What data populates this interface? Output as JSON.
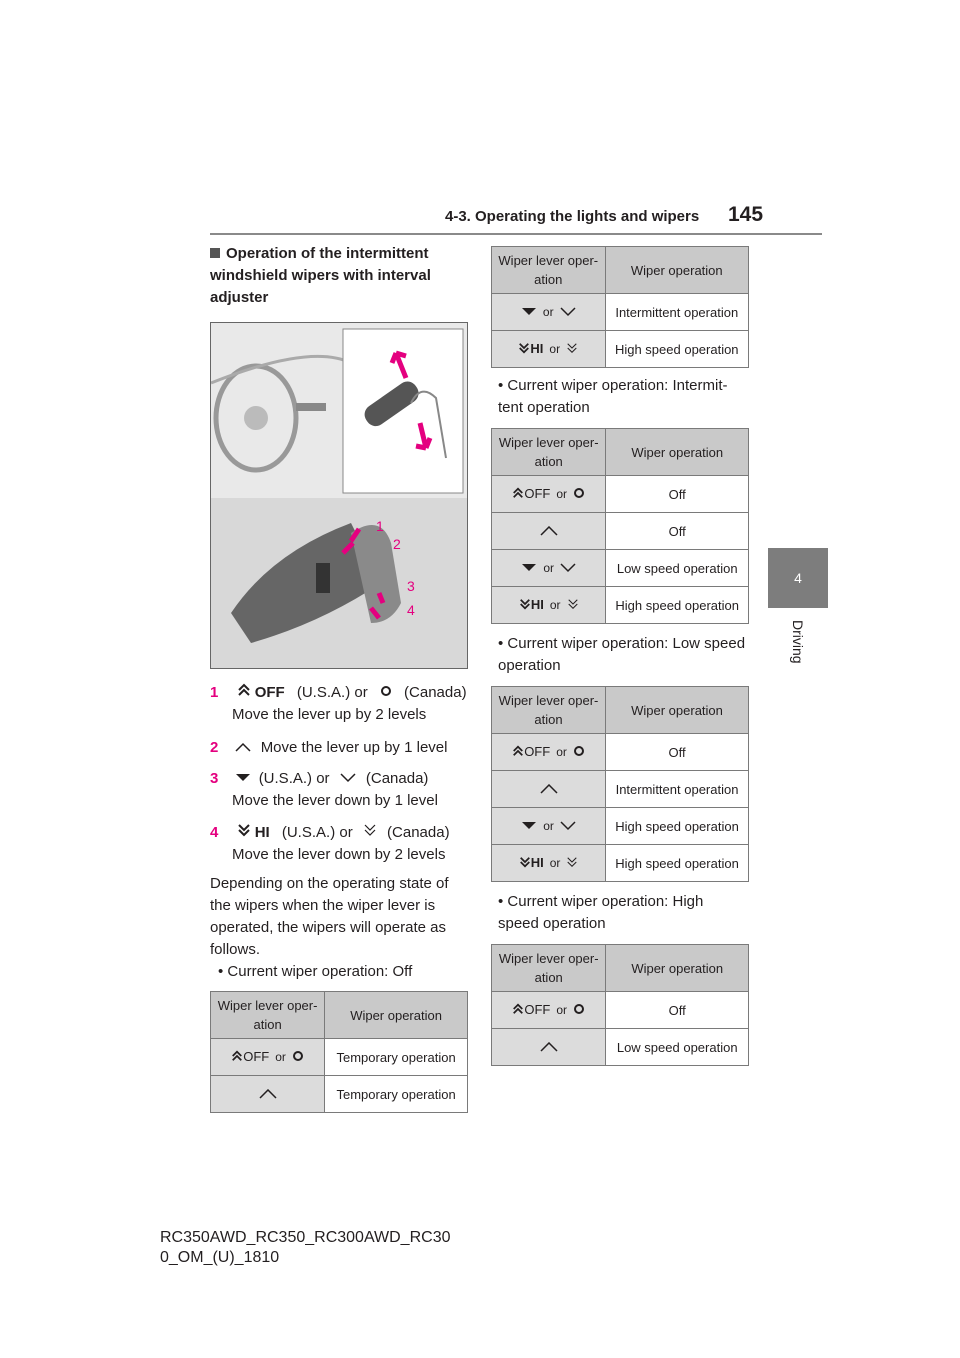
{
  "header": {
    "section": "4-3. Operating the lights and wipers",
    "page_number": "145"
  },
  "side_tab": {
    "number": "4",
    "label": "Driving"
  },
  "heading": "Operation of the intermittent windshield wipers with interval adjuster",
  "figure": {
    "callouts": [
      "1",
      "2",
      "3",
      "4"
    ]
  },
  "items": [
    {
      "num": "1",
      "usa": "OFF",
      "text_a": "(U.S.A.) or",
      "text_b": "(Canada)",
      "desc": "Move the lever up by 2 levels"
    },
    {
      "num": "2",
      "desc": "Move the lever up by 1 level"
    },
    {
      "num": "3",
      "text_a": "(U.S.A.) or",
      "text_b": "(Canada)",
      "desc": "Move the lever down by 1 level"
    },
    {
      "num": "4",
      "usa": "HI",
      "text_a": "(U.S.A.) or",
      "text_b": "(Canada)",
      "desc": "Move the lever down by 2 levels"
    }
  ],
  "paragraph": "Depending on the operating state of the wipers when the wiper lever is operated, the wipers will operate as follows.",
  "labels": {
    "or": "or",
    "off_text": "OFF",
    "hi_text": "HI"
  },
  "tables": {
    "col1_header": "Wiper lever oper- ation",
    "col2_header": "Wiper operation",
    "off": {
      "bullet": "Current wiper operation: Off",
      "rows": [
        "Temporary operation",
        "Temporary operation"
      ]
    },
    "intermittent": {
      "bullet": "Current wiper operation: Intermit- tent operation",
      "rows": [
        "Intermittent operation",
        "High speed operation"
      ]
    },
    "intermittent_result": {
      "rows": [
        "Off",
        "Off",
        "Low speed operation",
        "High speed operation"
      ]
    },
    "low": {
      "bullet": "Current wiper operation: Low speed operation",
      "rows": [
        "Off",
        "Intermittent operation",
        "High speed operation",
        "High speed operation"
      ]
    },
    "high": {
      "bullet": "Current wiper operation: High speed operation",
      "rows": [
        "Off",
        "Low speed operation"
      ]
    }
  },
  "footer": {
    "line1": "RC350AWD_RC350_RC300AWD_RC30",
    "line2": "0_OM_(U)_1810"
  }
}
